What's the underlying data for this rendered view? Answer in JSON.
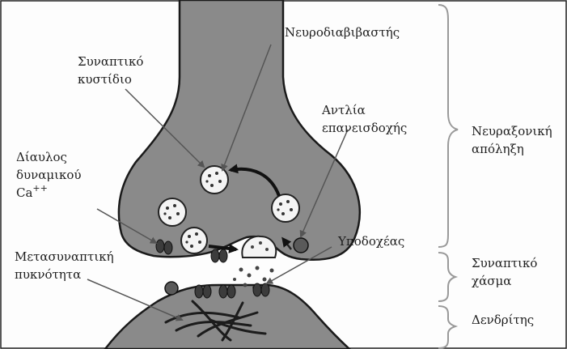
{
  "labels": {
    "synaptic_vesicle": [
      "Συναπτικό",
      "κυστίδιο"
    ],
    "neurotransmitter": "Νευροδιαβιβαστής",
    "reuptake_pump": [
      "Αντλία",
      "επανεισδοχής"
    ],
    "ca_channel": [
      "Δίαυλος",
      "δυναμικού",
      "Ca"
    ],
    "ca_superscript": "++",
    "postsynaptic_density": [
      "Μετασυναπτική",
      "πυκνότητα"
    ],
    "receptor": "Υποδοχέας",
    "axon_terminal": [
      "Νευραξονική",
      "απόληξη"
    ],
    "synaptic_cleft": [
      "Συναπτικό",
      "χάσμα"
    ],
    "dendrite": "Δενδρίτης"
  },
  "colors": {
    "cell_fill": "#8a8a8a",
    "cell_stroke": "#1a1a1a",
    "vesicle_fill": "#f4f4f4",
    "channel_fill": "#3c3c3c",
    "filament": "#1c1c1c",
    "pointer": "#555555",
    "text": "#1e1e1e"
  }
}
